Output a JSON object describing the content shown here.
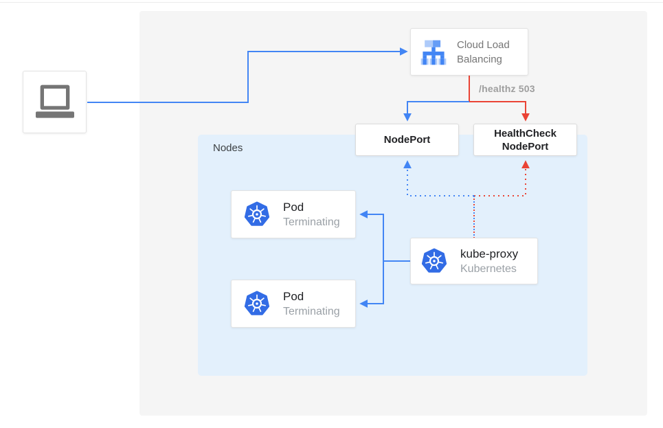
{
  "labels": {
    "nodes_container": "Nodes",
    "healthz_badge": "/healthz 503"
  },
  "boxes": {
    "cloud_load_balancing": {
      "line1": "Cloud Load",
      "line2": "Balancing"
    },
    "nodeport": {
      "label": "NodePort"
    },
    "healthcheck_nodeport": {
      "line1": "HealthCheck",
      "line2": "NodePort"
    },
    "pod1": {
      "title": "Pod",
      "subtitle": "Terminating"
    },
    "pod2": {
      "title": "Pod",
      "subtitle": "Terminating"
    },
    "kube_proxy": {
      "title": "kube-proxy",
      "subtitle": "Kubernetes"
    }
  },
  "icons": {
    "client": "laptop-icon",
    "load_balancer": "cloud-load-balancing-icon",
    "pod": "kubernetes-icon",
    "kube_proxy": "kubernetes-icon"
  },
  "colors": {
    "blue": "#4285f4",
    "red": "#ea4335",
    "nodes_bg": "#e3f0fc",
    "panel_bg": "#f5f5f5",
    "k8s_blue": "#326ce5",
    "icon_gray": "#757575",
    "lb_icon_light": "#aecbfa",
    "lb_icon_mid": "#669df6"
  }
}
